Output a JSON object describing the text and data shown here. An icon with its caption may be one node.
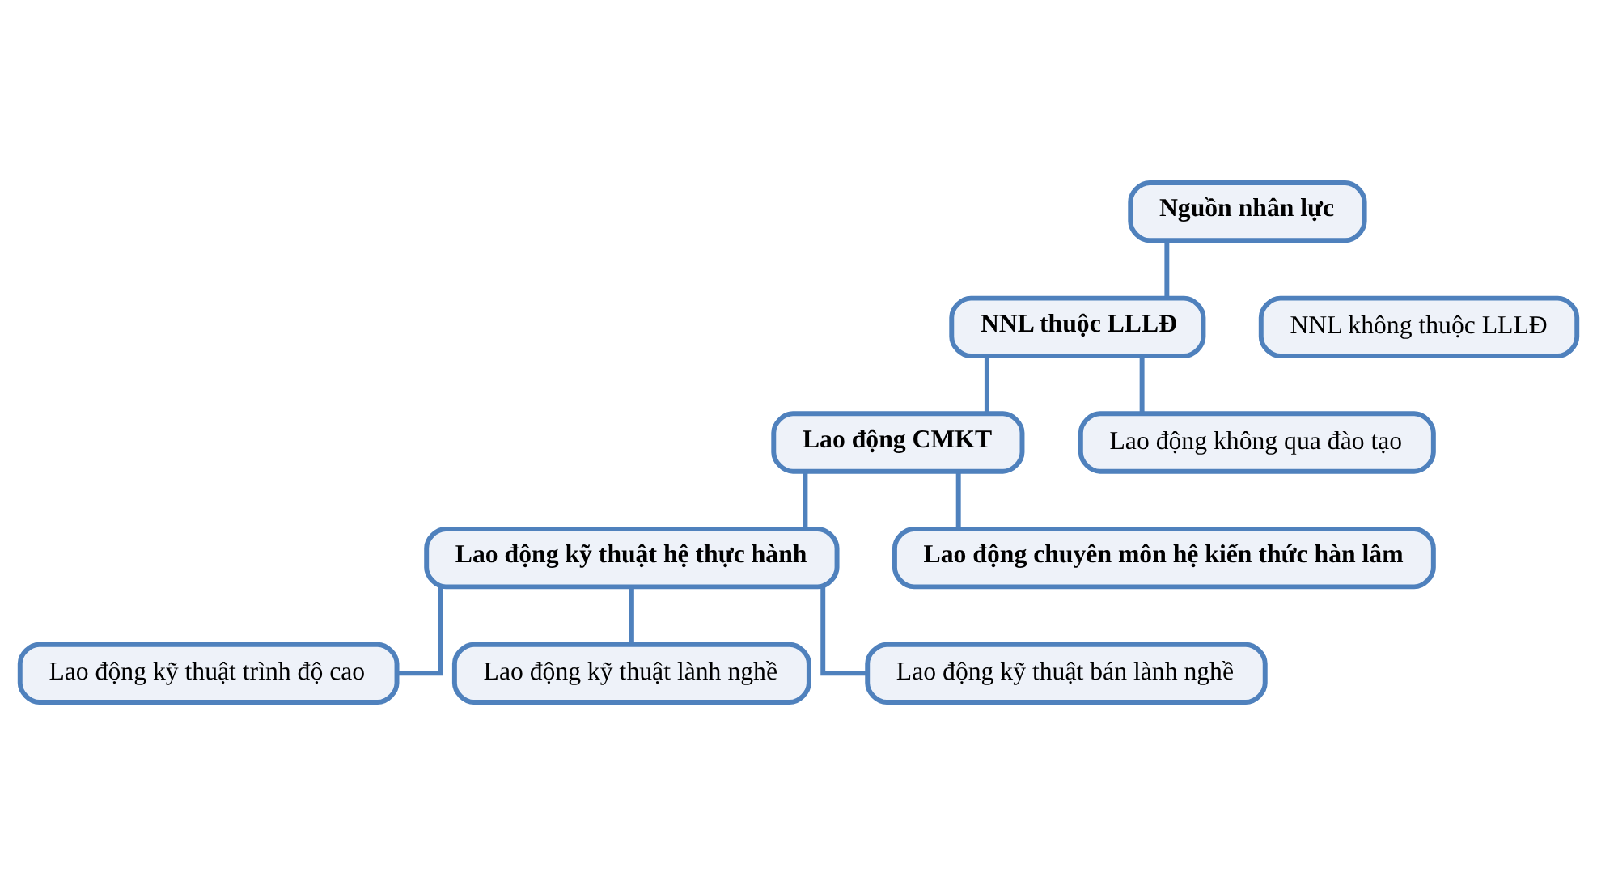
{
  "diagram": {
    "nodes": [
      {
        "text": [
          "Nguồn nhân lực"
        ]
      },
      {
        "text": [
          "NNL thuộc LLLĐ"
        ]
      },
      {
        "text": [
          "NNL không thuộc LLLĐ"
        ]
      },
      {
        "text": [
          "Lao động CMKT"
        ]
      },
      {
        "text": [
          "Lao động không qua đào tạo"
        ]
      },
      {
        "text": [
          "Lao động kỹ thuật hệ thực hành"
        ]
      },
      {
        "text": [
          "Lao động chuyên môn hệ kiến thức hàn lâm"
        ]
      },
      {
        "text": [
          "Lao động kỹ thuật trình độ cao"
        ]
      },
      {
        "text": [
          "Lao động kỹ thuật lành nghề"
        ]
      },
      {
        "text": [
          "Lao động kỹ thuật bán lành nghề"
        ]
      }
    ],
    "edges": [
      {
        "from": 0,
        "to": 1,
        "arrow": "none"
      },
      {
        "from": 1,
        "to": 3,
        "arrow": "none"
      },
      {
        "from": 1,
        "to": 4,
        "arrow": "none"
      },
      {
        "from": 3,
        "to": 5,
        "arrow": "none"
      },
      {
        "from": 3,
        "to": 6,
        "arrow": "none"
      },
      {
        "from": 5,
        "to": 7,
        "arrow": "none"
      },
      {
        "from": 5,
        "to": 8,
        "arrow": "none"
      },
      {
        "from": 5,
        "to": 9,
        "arrow": "none"
      }
    ]
  }
}
